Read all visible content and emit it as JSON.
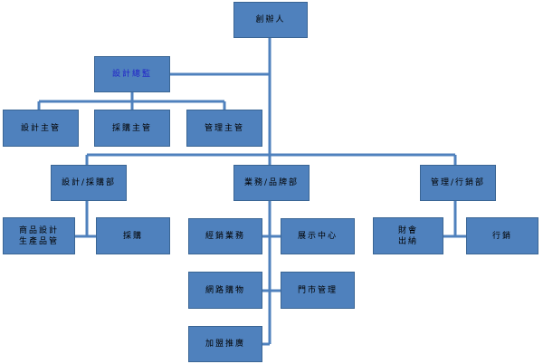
{
  "colors": {
    "box_fill": "#4f81bd",
    "box_border": "#3a6594",
    "line": "#4f81bd"
  },
  "org": {
    "founder": "創辦人",
    "design_director": "設計總監",
    "design_supervisor": "設計主管",
    "purchasing_supervisor": "採購主管",
    "management_supervisor": "管理主管",
    "design_purchasing_dept": "設計/採購部",
    "sales_dept": "業務/品牌部",
    "admin_marketing_dept": "管理/行銷部",
    "product_design": "商品設計\n生產品管",
    "purchasing": "採購",
    "distribution_sales": "經銷業務",
    "showroom": "展示中心",
    "online_shopping": "網路購物",
    "store_management": "門市管理",
    "franchise": "加盟推廣",
    "finance": "財會\n出納",
    "marketing": "行銷"
  }
}
